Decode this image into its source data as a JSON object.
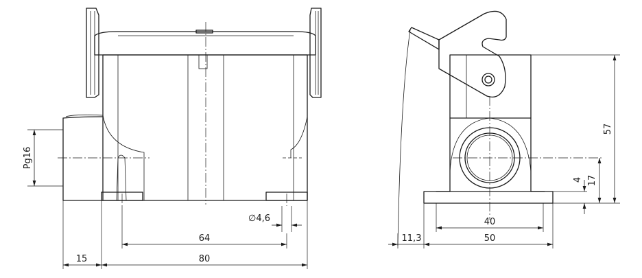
{
  "dimensions": {
    "pg16": "Pg16",
    "d46": "∅4,6",
    "d64": "64",
    "d15": "15",
    "d80": "80",
    "d57": "57",
    "d4": "4",
    "d17": "17",
    "d40": "40",
    "d11_3": "11,3",
    "d50": "50"
  }
}
